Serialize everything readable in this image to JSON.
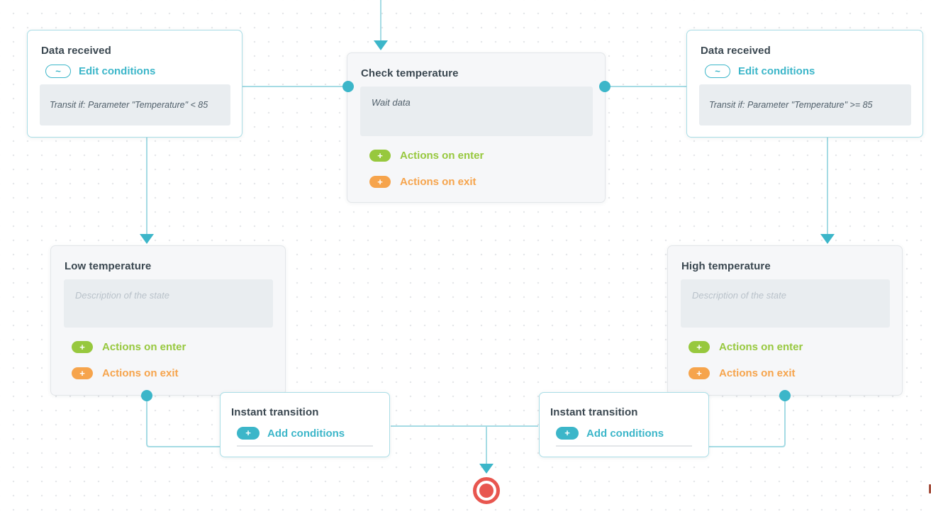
{
  "colors": {
    "accent": "#3cb6c9",
    "line": "#a5dbe4",
    "green": "#97c83e",
    "orange": "#f6a44c",
    "red": "#e8564f",
    "title": "#3a4750",
    "muted": "#51606b",
    "placeholder": "#b9c2ca"
  },
  "icons": {
    "tilde": "~",
    "plus": "+"
  },
  "labels": {
    "edit_conditions": "Edit conditions",
    "add_conditions": "Add conditions",
    "actions_on_enter": "Actions on enter",
    "actions_on_exit": "Actions on exit"
  },
  "nodes": {
    "transition_left": {
      "title": "Data received",
      "condition": "Transit if: Parameter \"Temperature\" < 85"
    },
    "transition_right": {
      "title": "Data received",
      "condition": "Transit if: Parameter \"Temperature\" >= 85"
    },
    "state_check": {
      "title": "Check temperature",
      "description": "Wait data"
    },
    "state_low": {
      "title": "Low temperature",
      "description_placeholder": "Description of the state"
    },
    "state_high": {
      "title": "High temperature",
      "description_placeholder": "Description of the state"
    },
    "instant_left": {
      "title": "Instant transition"
    },
    "instant_right": {
      "title": "Instant transition"
    }
  }
}
